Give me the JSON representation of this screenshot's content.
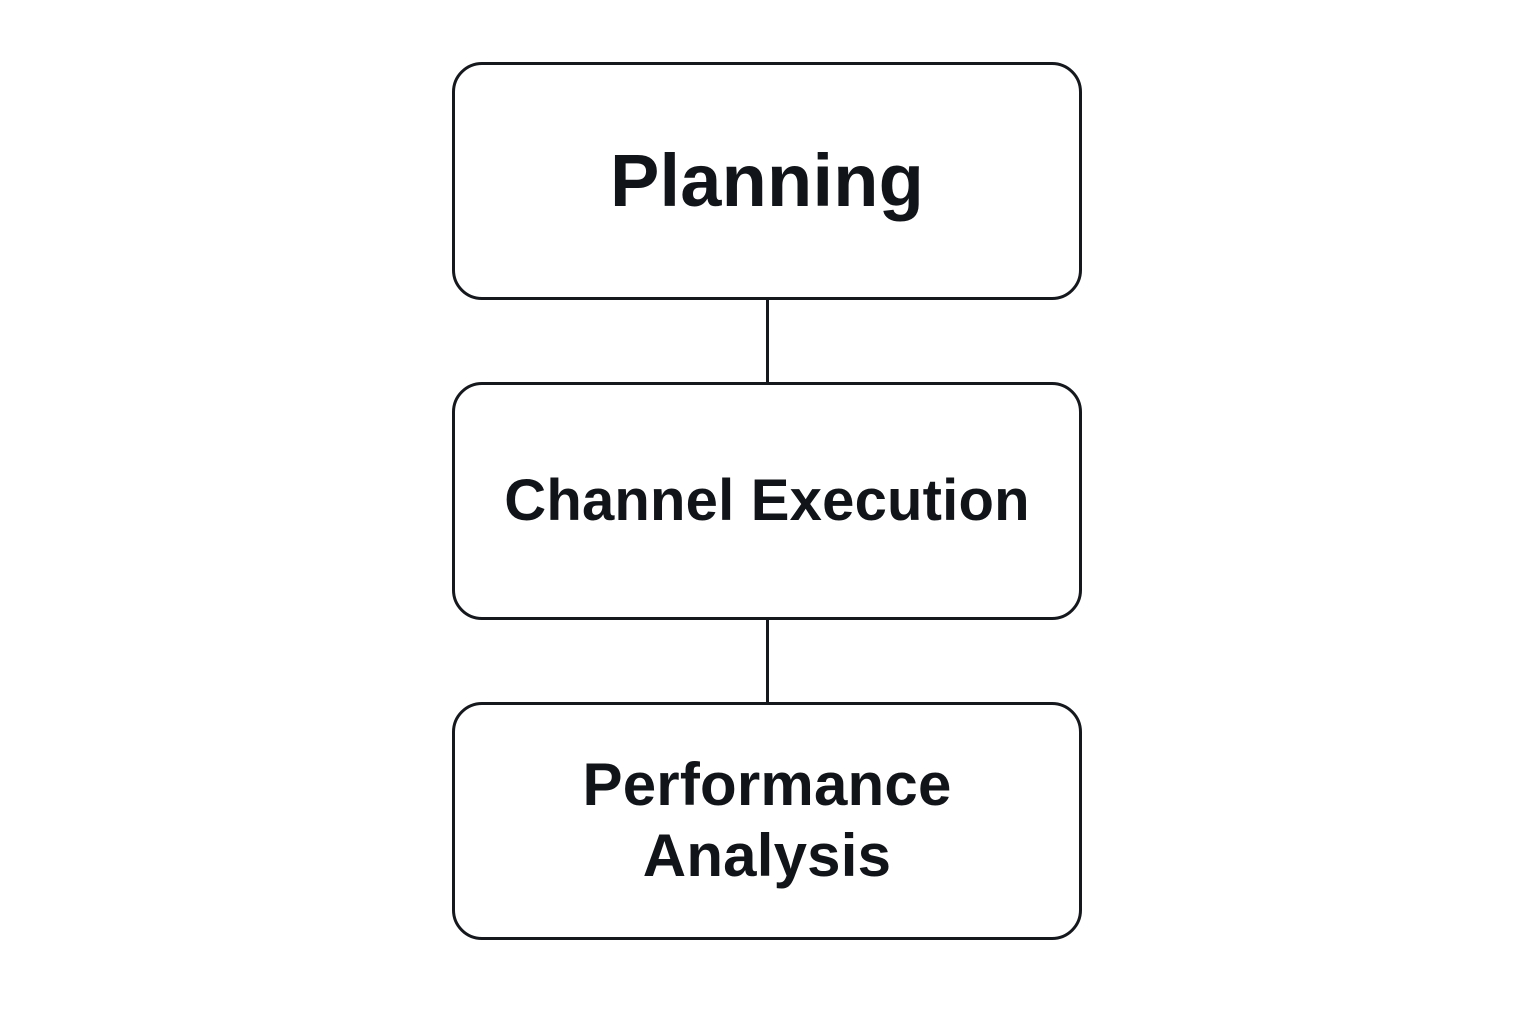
{
  "diagram": {
    "nodes": [
      {
        "label": "Planning"
      },
      {
        "label": "Channel Execution"
      },
      {
        "label": "Performance\nAnalysis"
      }
    ],
    "colors": {
      "stroke": "#15181c",
      "text": "#111418",
      "background": "#ffffff"
    }
  }
}
